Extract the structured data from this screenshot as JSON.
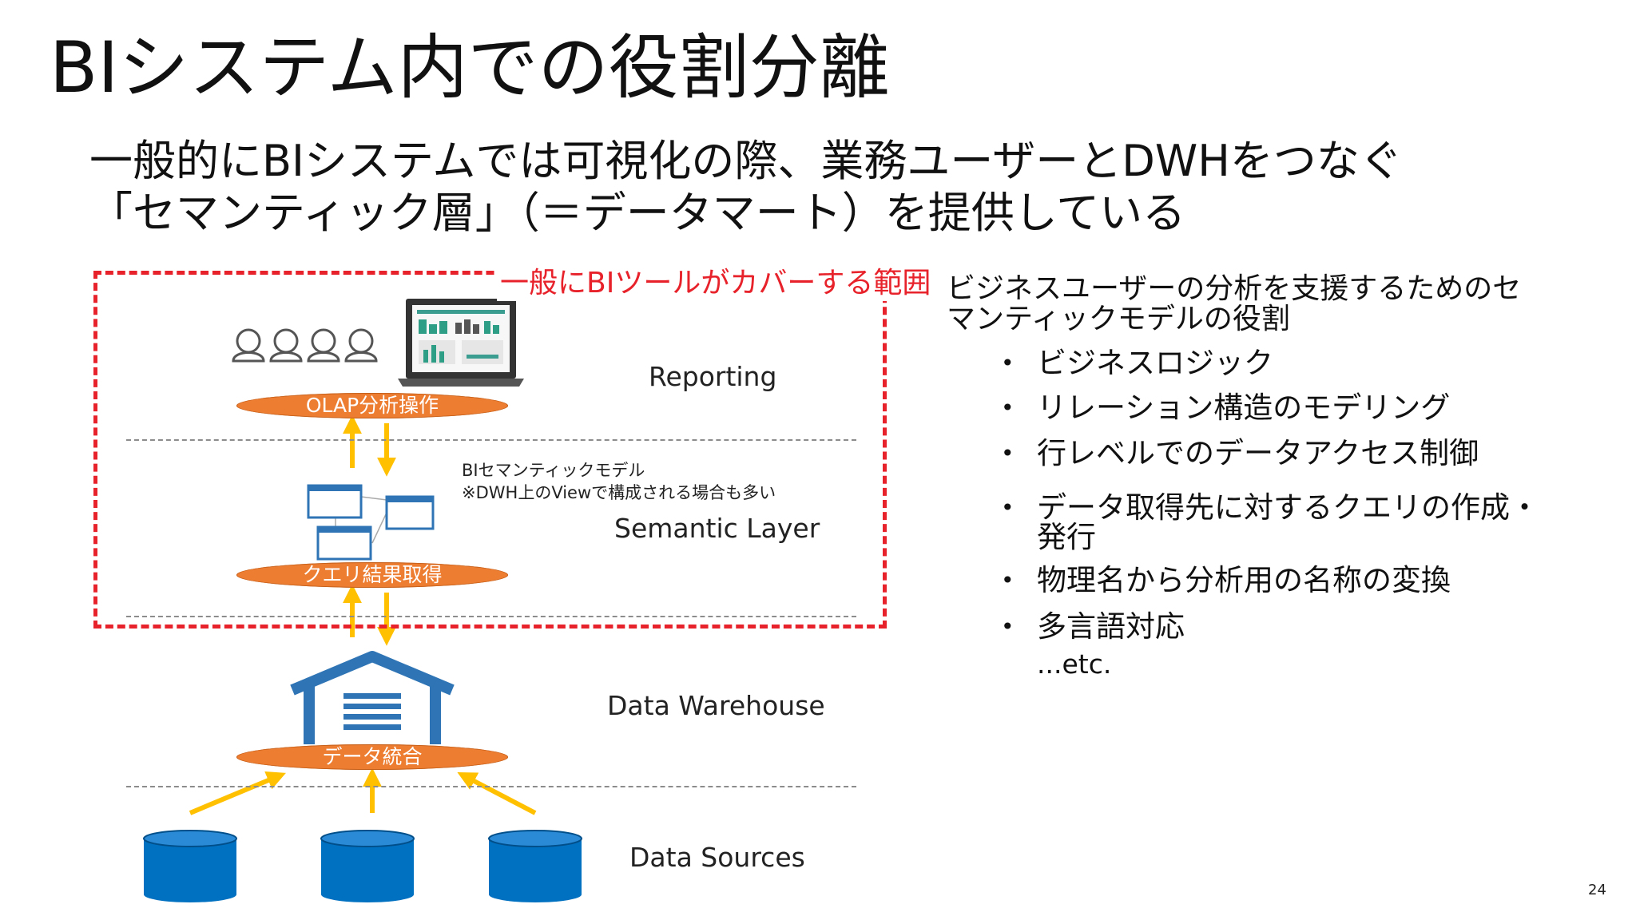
{
  "slide": {
    "title": "BIシステム内での役割分離",
    "lead_line1": "一般的にBIシステムでは可視化の際、業務ユーザーとDWHをつなぐ",
    "lead_line2": "「セマンティック層」（＝データマート）を提供している",
    "page_number": "24"
  },
  "diagram": {
    "coverage_label": "一般にBIツールがカバーする範囲",
    "layers": {
      "reporting": "Reporting",
      "semantic": "Semantic Layer",
      "dwh": "Data Warehouse",
      "sources": "Data Sources"
    },
    "ovals": {
      "olap": "OLAP分析操作",
      "query": "クエリ結果取得",
      "integration": "データ統合"
    },
    "semantic_note_line1": "BIセマンティックモデル",
    "semantic_note_line2": "※DWH上のViewで構成される場合も多い",
    "icons": {
      "users": "users-icon",
      "laptop": "laptop-dashboard-icon",
      "model": "semantic-model-icon",
      "warehouse": "warehouse-icon",
      "database": "database-icon"
    },
    "colors": {
      "coverage": "#e8222a",
      "oval": "#ed7d31",
      "arrow": "#ffc000",
      "blue": "#0070c0",
      "database_fill": "#0070c0"
    }
  },
  "role_panel": {
    "title_line1": "ビジネスユーザーの分析を支援するためのセ",
    "title_line2": "マンティックモデルの役割",
    "bullet_symbol": "•",
    "items": [
      {
        "line1": "ビジネスロジック"
      },
      {
        "line1": "リレーション構造のモデリング"
      },
      {
        "line1": "行レベルでのデータアクセス制御"
      },
      {
        "line1": "データ取得先に対するクエリの作成・",
        "line2": "発行"
      },
      {
        "line1": "物理名から分析用の名称の変換"
      },
      {
        "line1": "多言語対応"
      }
    ],
    "etc": "...etc."
  }
}
